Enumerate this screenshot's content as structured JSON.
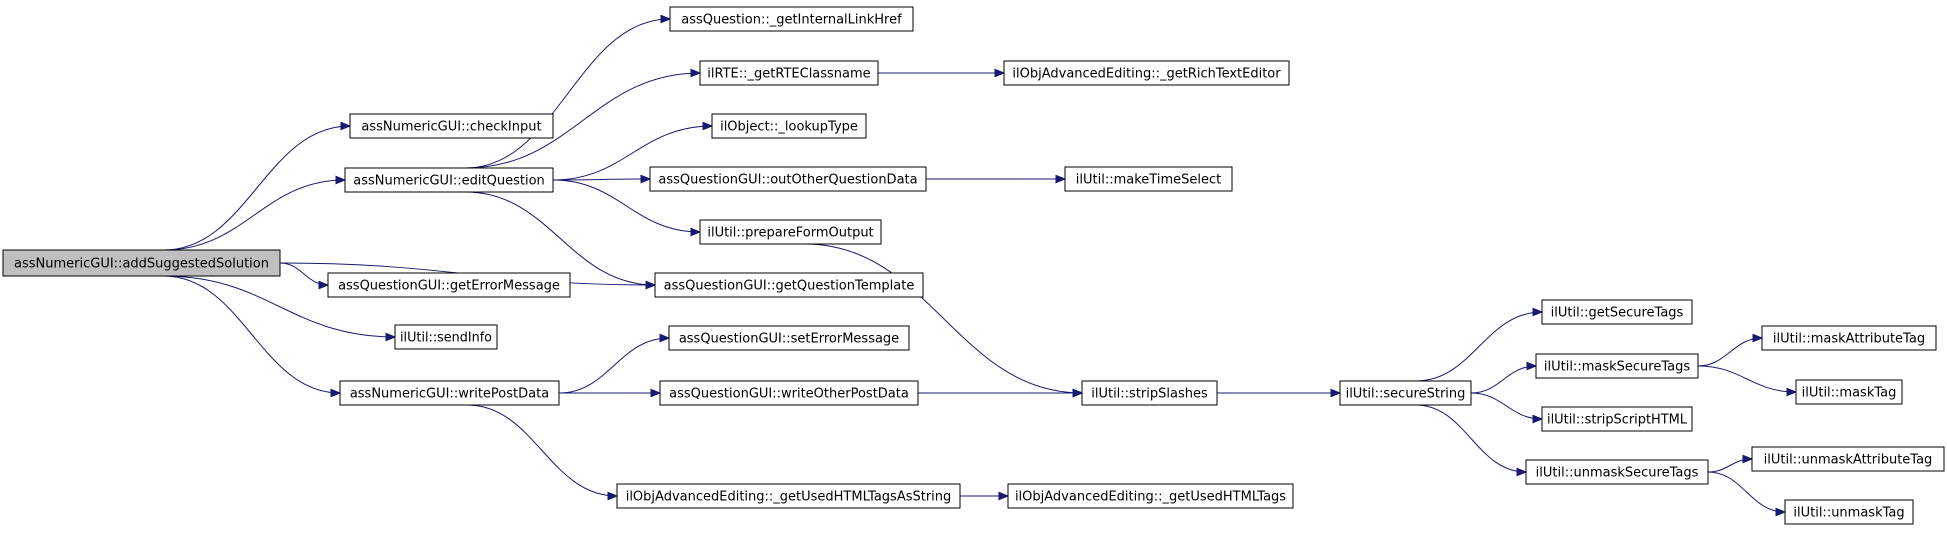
{
  "colors": {
    "edge": "#191970",
    "root_fill": "#bfbfbf",
    "node_fill": "#ffffff",
    "node_border": "#000000"
  },
  "graph": {
    "nodes": [
      {
        "id": "addSuggestedSolution",
        "label": "assNumericGUI::addSuggestedSolution"
      },
      {
        "id": "checkInput",
        "label": "assNumericGUI::checkInput"
      },
      {
        "id": "editQuestion",
        "label": "assNumericGUI::editQuestion"
      },
      {
        "id": "getErrorMessage",
        "label": "assQuestionGUI::getErrorMessage"
      },
      {
        "id": "sendInfo",
        "label": "ilUtil::sendInfo"
      },
      {
        "id": "writePostData",
        "label": "assNumericGUI::writePostData"
      },
      {
        "id": "getInternalLinkHref",
        "label": "assQuestion::_getInternalLinkHref"
      },
      {
        "id": "getRTEClassname",
        "label": "ilRTE::_getRTEClassname"
      },
      {
        "id": "lookupType",
        "label": "ilObject::_lookupType"
      },
      {
        "id": "outOtherQuestionData",
        "label": "assQuestionGUI::outOtherQuestionData"
      },
      {
        "id": "prepareFormOutput",
        "label": "ilUtil::prepareFormOutput"
      },
      {
        "id": "getQuestionTemplate",
        "label": "assQuestionGUI::getQuestionTemplate"
      },
      {
        "id": "setErrorMessage",
        "label": "assQuestionGUI::setErrorMessage"
      },
      {
        "id": "writeOtherPostData",
        "label": "assQuestionGUI::writeOtherPostData"
      },
      {
        "id": "getUsedHTMLTagsAsString",
        "label": "ilObjAdvancedEditing::_getUsedHTMLTagsAsString"
      },
      {
        "id": "getRichTextEditor",
        "label": "ilObjAdvancedEditing::_getRichTextEditor"
      },
      {
        "id": "makeTimeSelect",
        "label": "ilUtil::makeTimeSelect"
      },
      {
        "id": "stripSlashes",
        "label": "ilUtil::stripSlashes"
      },
      {
        "id": "getUsedHTMLTags",
        "label": "ilObjAdvancedEditing::_getUsedHTMLTags"
      },
      {
        "id": "secureString",
        "label": "ilUtil::secureString"
      },
      {
        "id": "getSecureTags",
        "label": "ilUtil::getSecureTags"
      },
      {
        "id": "maskSecureTags",
        "label": "ilUtil::maskSecureTags"
      },
      {
        "id": "stripScriptHTML",
        "label": "ilUtil::stripScriptHTML"
      },
      {
        "id": "unmaskSecureTags",
        "label": "ilUtil::unmaskSecureTags"
      },
      {
        "id": "maskAttributeTag",
        "label": "ilUtil::maskAttributeTag"
      },
      {
        "id": "maskTag",
        "label": "ilUtil::maskTag"
      },
      {
        "id": "unmaskAttributeTag",
        "label": "ilUtil::unmaskAttributeTag"
      },
      {
        "id": "unmaskTag",
        "label": "ilUtil::unmaskTag"
      }
    ],
    "edges": [
      {
        "from": "addSuggestedSolution",
        "to": "checkInput"
      },
      {
        "from": "addSuggestedSolution",
        "to": "editQuestion"
      },
      {
        "from": "addSuggestedSolution",
        "to": "getQuestionTemplate"
      },
      {
        "from": "addSuggestedSolution",
        "to": "getErrorMessage"
      },
      {
        "from": "addSuggestedSolution",
        "to": "sendInfo"
      },
      {
        "from": "addSuggestedSolution",
        "to": "writePostData"
      },
      {
        "from": "editQuestion",
        "to": "getInternalLinkHref"
      },
      {
        "from": "editQuestion",
        "to": "getRTEClassname"
      },
      {
        "from": "editQuestion",
        "to": "lookupType"
      },
      {
        "from": "editQuestion",
        "to": "outOtherQuestionData"
      },
      {
        "from": "editQuestion",
        "to": "prepareFormOutput"
      },
      {
        "from": "editQuestion",
        "to": "getQuestionTemplate"
      },
      {
        "from": "getRTEClassname",
        "to": "getRichTextEditor"
      },
      {
        "from": "outOtherQuestionData",
        "to": "makeTimeSelect"
      },
      {
        "from": "prepareFormOutput",
        "to": "stripSlashes"
      },
      {
        "from": "writePostData",
        "to": "setErrorMessage"
      },
      {
        "from": "writePostData",
        "to": "writeOtherPostData"
      },
      {
        "from": "writePostData",
        "to": "stripSlashes"
      },
      {
        "from": "writePostData",
        "to": "getUsedHTMLTagsAsString"
      },
      {
        "from": "writeOtherPostData",
        "to": "stripSlashes"
      },
      {
        "from": "getUsedHTMLTagsAsString",
        "to": "getUsedHTMLTags"
      },
      {
        "from": "stripSlashes",
        "to": "secureString"
      },
      {
        "from": "secureString",
        "to": "getSecureTags"
      },
      {
        "from": "secureString",
        "to": "maskSecureTags"
      },
      {
        "from": "secureString",
        "to": "stripScriptHTML"
      },
      {
        "from": "secureString",
        "to": "unmaskSecureTags"
      },
      {
        "from": "maskSecureTags",
        "to": "maskAttributeTag"
      },
      {
        "from": "maskSecureTags",
        "to": "maskTag"
      },
      {
        "from": "unmaskSecureTags",
        "to": "unmaskAttributeTag"
      },
      {
        "from": "unmaskSecureTags",
        "to": "unmaskTag"
      }
    ]
  }
}
